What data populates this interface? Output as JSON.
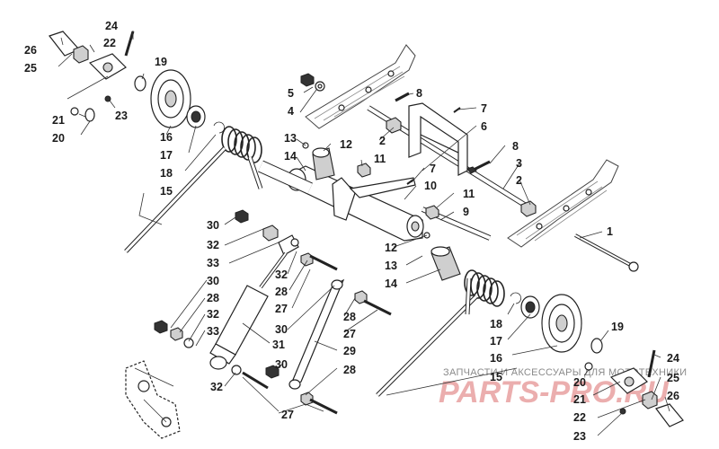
{
  "callouts": [
    {
      "id": "c-24a",
      "text": "24"
    },
    {
      "id": "c-26a",
      "text": "26"
    },
    {
      "id": "c-22a",
      "text": "22"
    },
    {
      "id": "c-25a",
      "text": "25"
    },
    {
      "id": "c-19a",
      "text": "19"
    },
    {
      "id": "c-21a",
      "text": "21"
    },
    {
      "id": "c-23a",
      "text": "23"
    },
    {
      "id": "c-20a",
      "text": "20"
    },
    {
      "id": "c-16a",
      "text": "16"
    },
    {
      "id": "c-17a",
      "text": "17"
    },
    {
      "id": "c-18a",
      "text": "18"
    },
    {
      "id": "c-15a",
      "text": "15"
    },
    {
      "id": "c-5",
      "text": "5"
    },
    {
      "id": "c-4",
      "text": "4"
    },
    {
      "id": "c-8a",
      "text": "8"
    },
    {
      "id": "c-7a",
      "text": "7"
    },
    {
      "id": "c-6",
      "text": "6"
    },
    {
      "id": "c-2a",
      "text": "2"
    },
    {
      "id": "c-8b",
      "text": "8"
    },
    {
      "id": "c-13a",
      "text": "13"
    },
    {
      "id": "c-12a",
      "text": "12"
    },
    {
      "id": "c-14a",
      "text": "14"
    },
    {
      "id": "c-11a",
      "text": "11"
    },
    {
      "id": "c-7b",
      "text": "7"
    },
    {
      "id": "c-10",
      "text": "10"
    },
    {
      "id": "c-3",
      "text": "3"
    },
    {
      "id": "c-2b",
      "text": "2"
    },
    {
      "id": "c-11b",
      "text": "11"
    },
    {
      "id": "c-9",
      "text": "9"
    },
    {
      "id": "c-1",
      "text": "1"
    },
    {
      "id": "c-30a",
      "text": "30"
    },
    {
      "id": "c-32a",
      "text": "32"
    },
    {
      "id": "c-33a",
      "text": "33"
    },
    {
      "id": "c-12b",
      "text": "12"
    },
    {
      "id": "c-13b",
      "text": "13"
    },
    {
      "id": "c-14b",
      "text": "14"
    },
    {
      "id": "c-32b",
      "text": "32"
    },
    {
      "id": "c-28a",
      "text": "28"
    },
    {
      "id": "c-27a",
      "text": "27"
    },
    {
      "id": "c-30b",
      "text": "30"
    },
    {
      "id": "c-28b",
      "text": "28"
    },
    {
      "id": "c-32c",
      "text": "32"
    },
    {
      "id": "c-33b",
      "text": "33"
    },
    {
      "id": "c-31",
      "text": "31"
    },
    {
      "id": "c-28c",
      "text": "28"
    },
    {
      "id": "c-27b",
      "text": "27"
    },
    {
      "id": "c-30c",
      "text": "30"
    },
    {
      "id": "c-29",
      "text": "29"
    },
    {
      "id": "c-32d",
      "text": "32"
    },
    {
      "id": "c-30d",
      "text": "30"
    },
    {
      "id": "c-28d",
      "text": "28"
    },
    {
      "id": "c-27c",
      "text": "27"
    },
    {
      "id": "c-18b",
      "text": "18"
    },
    {
      "id": "c-17b",
      "text": "17"
    },
    {
      "id": "c-16b",
      "text": "16"
    },
    {
      "id": "c-15b",
      "text": "15"
    },
    {
      "id": "c-19b",
      "text": "19"
    },
    {
      "id": "c-20b",
      "text": "20"
    },
    {
      "id": "c-24b",
      "text": "24"
    },
    {
      "id": "c-25b",
      "text": "25"
    },
    {
      "id": "c-21b",
      "text": "21"
    },
    {
      "id": "c-26b",
      "text": "26"
    },
    {
      "id": "c-22b",
      "text": "22"
    },
    {
      "id": "c-23b",
      "text": "23"
    }
  ],
  "watermark": {
    "caption": "ЗАПЧАСТИ И АКСЕССУАРЫ ДЛЯ МОТОТЕХНИКИ",
    "logo": "PARTS-PRO.RU"
  }
}
